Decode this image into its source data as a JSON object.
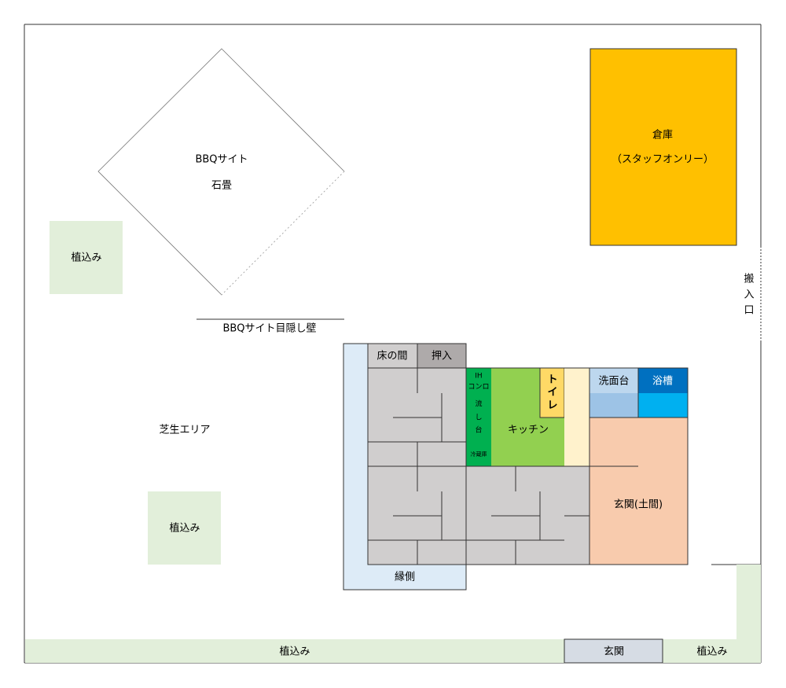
{
  "bbq": {
    "title": "BBQサイト",
    "surface": "石畳"
  },
  "screen_wall": "BBQサイト目隠し壁",
  "storage": {
    "title": "倉庫",
    "note": "（スタッフオンリー）"
  },
  "loading_entrance": [
    "搬",
    "入",
    "口"
  ],
  "lawn": "芝生エリア",
  "planting": {
    "left_upper": "植込み",
    "left_lower": "植込み",
    "bottom": "植込み",
    "bottom_right": "植込み"
  },
  "entrance_gate": "玄関",
  "house": {
    "tokonoma": "床の間",
    "oshiire": "押入",
    "ih": "IH",
    "stove": "コンロ",
    "sink": [
      "流",
      "し",
      "台"
    ],
    "fridge": "冷蔵庫",
    "kitchen": "キッチン",
    "toilet": [
      "ト",
      "イ",
      "レ"
    ],
    "washbasin": "洗面台",
    "bathtub": "浴槽",
    "genkan": "玄関(土間)",
    "engawa": "縁側"
  },
  "colors": {
    "storage": "#FFC000",
    "planting": "#E2EFDA",
    "tatami": "#D0CECE",
    "oshiire": "#AEAAAA",
    "sink": "#00B050",
    "kitchen": "#92D050",
    "toilet": "#FFD966",
    "hall": "#FFF2CC",
    "washbasin": "#BDD7EE",
    "washbasin_lower": "#9DC3E6",
    "bathtub": "#0070C0",
    "bathtub_lower": "#00B0F0",
    "genkan": "#F8CBAD",
    "engawa": "#DDEBF7",
    "gate": "#D6DCE4"
  }
}
